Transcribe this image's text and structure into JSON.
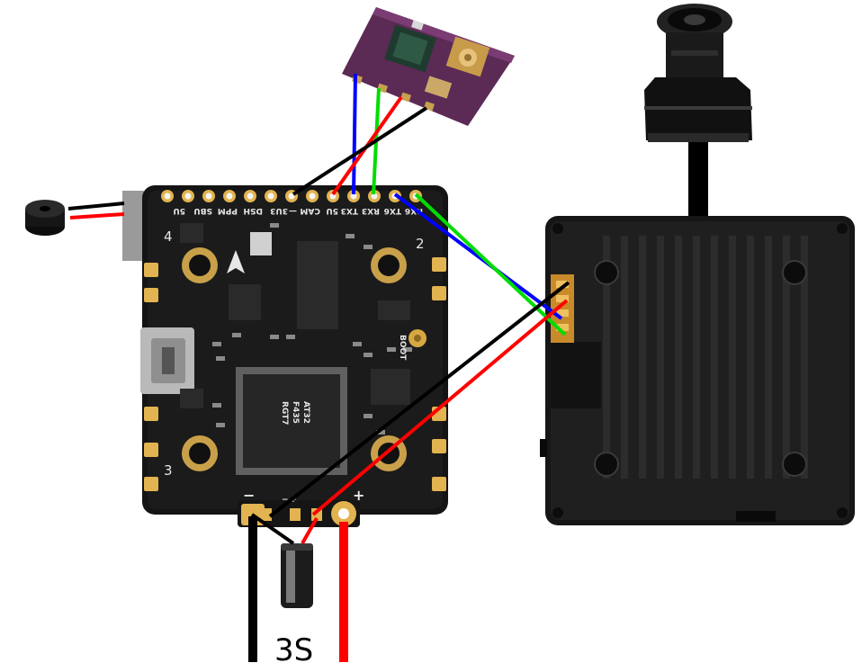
{
  "flight_controller": {
    "pad_labels": [
      "5U",
      "SBU",
      "PPM",
      "DSH",
      "3U3",
      "—",
      "CAM",
      "5U",
      "TX3",
      "RX3",
      "TX6",
      "RX6"
    ],
    "corner_numbers": [
      "4",
      "2",
      "3"
    ],
    "power_polarity": [
      "−",
      "+"
    ],
    "chip_markings": [
      "AT32",
      "F435",
      "RGT7"
    ],
    "boot_label": "BOOT"
  },
  "battery_label": "3S",
  "wire_colors": {
    "red": "#ff0000",
    "black": "#000000",
    "blue": "#0000ff",
    "green": "#00dd00"
  },
  "components": {
    "buzzer": "buzzer-icon",
    "receiver": "elrs-receiver",
    "capacitor": "capacitor-icon",
    "camera": "fpv-camera",
    "vtx": "digital-vtx-air-unit"
  }
}
